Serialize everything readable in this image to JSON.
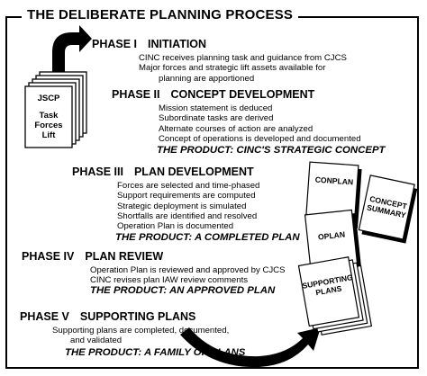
{
  "title": "THE DELIBERATE PLANNING PROCESS",
  "stack_label": {
    "line1": "JSCP",
    "line2": "Task",
    "line3": "Forces",
    "line4": "Lift"
  },
  "phases": [
    {
      "number": "PHASE I",
      "name": "INITIATION",
      "lines": [
        "CINC receives planning task and guidance from CJCS",
        "Major forces and strategic lift assets available for",
        "planning are apportioned"
      ],
      "product": ""
    },
    {
      "number": "PHASE II",
      "name": "CONCEPT DEVELOPMENT",
      "lines": [
        "Mission statement is deduced",
        "Subordinate tasks are derived",
        "Alternate courses of action are analyzed",
        "Concept of operations is developed and documented"
      ],
      "product": "THE PRODUCT: CINC'S STRATEGIC CONCEPT"
    },
    {
      "number": "PHASE III",
      "name": "PLAN DEVELOPMENT",
      "lines": [
        "Forces are selected and time-phased",
        "Support requirements are computed",
        "Strategic deployment is simulated",
        "Shortfalls are identified and resolved",
        "Operation Plan is documented"
      ],
      "product": "THE PRODUCT: A COMPLETED PLAN"
    },
    {
      "number": "PHASE IV",
      "name": "PLAN REVIEW",
      "lines": [
        "Operation Plan is reviewed and approved by CJCS",
        "CINC revises plan IAW review comments"
      ],
      "product": "THE PRODUCT: AN APPROVED PLAN"
    },
    {
      "number": "PHASE V",
      "name": "SUPPORTING PLANS",
      "lines": [
        "Supporting plans are completed, documented,",
        "and validated"
      ],
      "product": "THE PRODUCT: A FAMILY OF PLANS"
    }
  ],
  "documents": {
    "conplan": "CONPLAN",
    "concept_summary_1": "CONCEPT",
    "concept_summary_2": "SUMMARY",
    "oplan": "OPLAN",
    "supporting_1": "SUPPORTING",
    "supporting_2": "PLANS"
  }
}
